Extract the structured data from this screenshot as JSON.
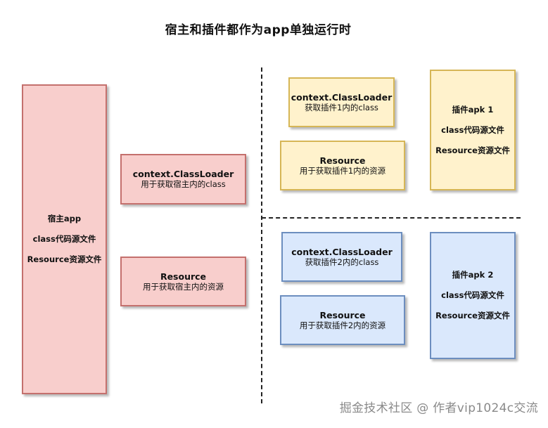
{
  "title": "宿主和插件都作为app单独运行时",
  "host_app": {
    "line1": "宿主app",
    "line2": "class代码源文件",
    "line3": "Resource资源文件"
  },
  "host_classloader": {
    "line1": "context.ClassLoader",
    "line2": "用于获取宿主内的class"
  },
  "host_resource": {
    "line1": "Resource",
    "line2": "用于获取宿主内的资源"
  },
  "plugin1_classloader": {
    "line1": "context.ClassLoader",
    "line2": "获取插件1内的class"
  },
  "plugin1_resource": {
    "line1": "Resource",
    "line2": "用于获取插件1内的资源"
  },
  "plugin1_apk": {
    "line1": "插件apk 1",
    "line2": "class代码源文件",
    "line3": "Resource资源文件"
  },
  "plugin2_classloader": {
    "line1": "context.ClassLoader",
    "line2": "获取插件2内的class"
  },
  "plugin2_resource": {
    "line1": "Resource",
    "line2": "用于获取插件2内的资源"
  },
  "plugin2_apk": {
    "line1": "插件apk 2",
    "line2": "class代码源文件",
    "line3": "Resource资源文件"
  },
  "watermark": "掘金技术社区 @ 作者vip1024c交流",
  "colors": {
    "host_fill": "#f8cecc",
    "host_border": "#c4706d",
    "plugin1_fill": "#fff2cc",
    "plugin1_border": "#d6b656",
    "plugin2_fill": "#dae8fc",
    "plugin2_border": "#6c8ebf"
  }
}
